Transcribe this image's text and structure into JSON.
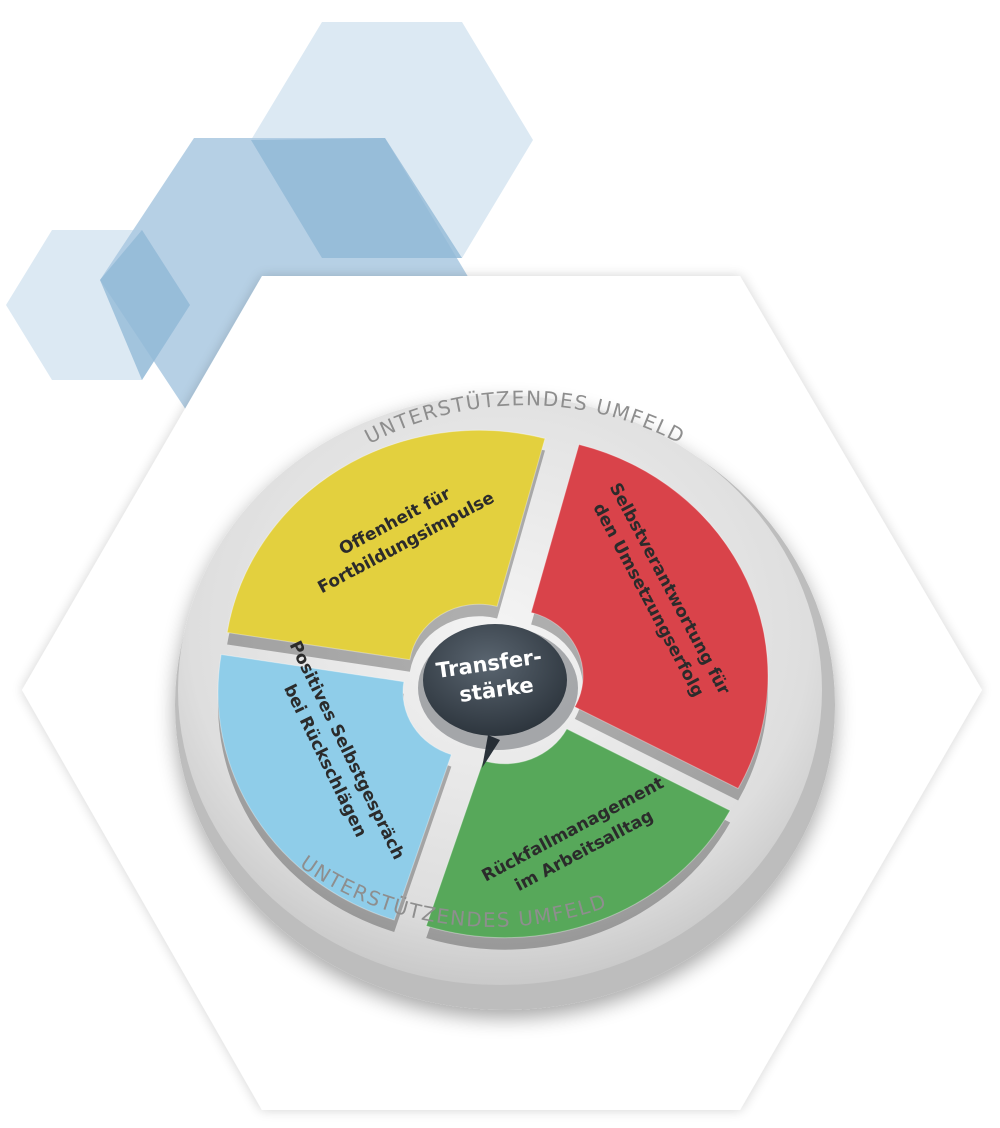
{
  "diagram": {
    "ring_label_top": "UNTERSTÜTZENDES UMFELD",
    "ring_label_bottom": "UNTERSTÜTZENDES UMFELD",
    "hub": {
      "line1": "Transfer-",
      "line2": "stärke",
      "color": "#3b4650"
    },
    "segments": [
      {
        "id": "yellow",
        "line1": "Offenheit für",
        "line2": "Fortbildungsimpulse",
        "color": "#e3d03e"
      },
      {
        "id": "red",
        "line1": "Selbstverantwortung für",
        "line2": "den Umsetzungserfolg",
        "color": "#d9434a"
      },
      {
        "id": "green",
        "line1": "Rückfallmanagement",
        "line2": "im Arbeitsalltag",
        "color": "#57a85a"
      },
      {
        "id": "blue",
        "line1": "Positives Selbstgespräch",
        "line2": "bei Rückschlägen",
        "color": "#8fcde9"
      }
    ],
    "hexagon_colors": {
      "light": "#dce9f3",
      "mid": "#a9c8e0",
      "dark": "#8fb7d6"
    }
  }
}
